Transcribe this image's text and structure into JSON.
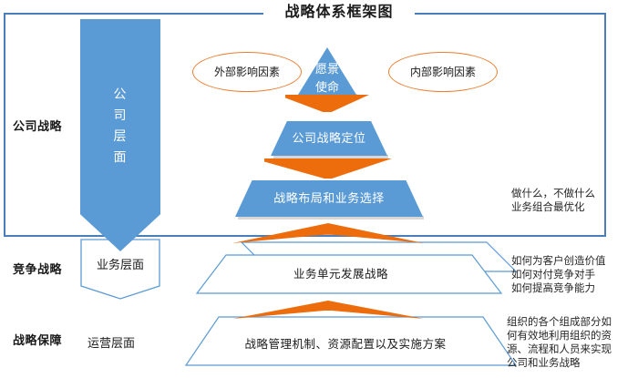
{
  "title": "战略体系框架图",
  "rows": [
    {
      "label": "公司战略"
    },
    {
      "label": "竞争战略"
    },
    {
      "label": "战略保障"
    }
  ],
  "levels": {
    "corporate": [
      "公",
      "司",
      "层",
      "面"
    ],
    "business": "业务层面",
    "operation": "运营层面"
  },
  "influences": {
    "external": "外部影响因素",
    "internal": "内部影响因素"
  },
  "pyramid": {
    "vision": [
      "愿景",
      "使命"
    ],
    "positioning": "公司战略定位",
    "layout": "战略布局和业务选择"
  },
  "lower": {
    "business_unit": "业务单元发展战略",
    "operation_plan": "战略管理机制、资源配置以及实施方案"
  },
  "notes": {
    "corporate": [
      "做什么，不做什么",
      "业务组合最优化"
    ],
    "compete": [
      "如何为客户创造价值",
      "如何对付竞争对手",
      "如何提高竞争能力"
    ],
    "guarantee": [
      "组织的各个组成部分如",
      "何有效地利用组织的资",
      "源、流程和人员来实现",
      "公司和业务战略"
    ]
  },
  "colors": {
    "blue_fill": "#5B9BD5",
    "blue_line": "#4A7EBB",
    "orange_fill": "#ED6C0C",
    "orange_line": "#ED7D31",
    "shadow": "#B7B7B7"
  }
}
